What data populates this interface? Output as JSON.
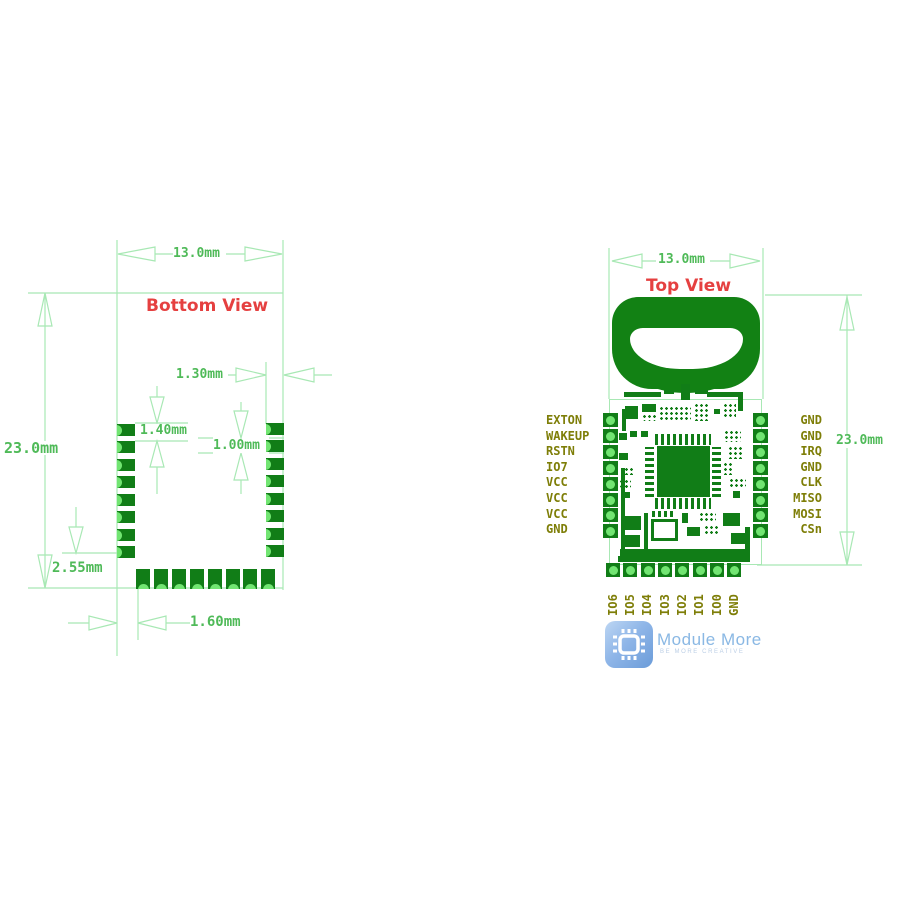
{
  "bottom_view": {
    "title": "Bottom View",
    "width_dim": "13.0mm",
    "height_dim": "23.0mm",
    "pad_length_dim": "1.30mm",
    "pad_pitch_dim": "1.40mm",
    "pad_width_dim": "1.00mm",
    "bottom_row_offset_dim": "2.55mm",
    "bottom_pad_pitch_dim": "1.60mm"
  },
  "top_view": {
    "title": "Top View",
    "width_dim": "13.0mm",
    "height_dim": "23.0mm",
    "left_pins": [
      "EXTON",
      "WAKEUP",
      "RSTN",
      "IO7",
      "VCC",
      "VCC",
      "VCC",
      "GND"
    ],
    "right_pins": [
      "GND",
      "GND",
      "IRQ",
      "GND",
      "CLK",
      "MISO",
      "MOSI",
      "CSn"
    ],
    "bottom_pins": [
      "IO6",
      "IO5",
      "IO4",
      "IO3",
      "IO2",
      "IO1",
      "IO0",
      "GND"
    ]
  },
  "watermark": {
    "brand": "Module More",
    "tagline": "BE MORE CREATIVE",
    "icon": "chip-icon"
  },
  "colors": {
    "pcb_green": "#117d17",
    "pad_highlight_green": "#72e572",
    "dimension_line_green": "#a8e8b4",
    "dimension_text_green": "#4fba58",
    "title_red": "#e54040",
    "pin_label_olive": "#7e7e08",
    "watermark_blue": "#8ab8e4"
  }
}
